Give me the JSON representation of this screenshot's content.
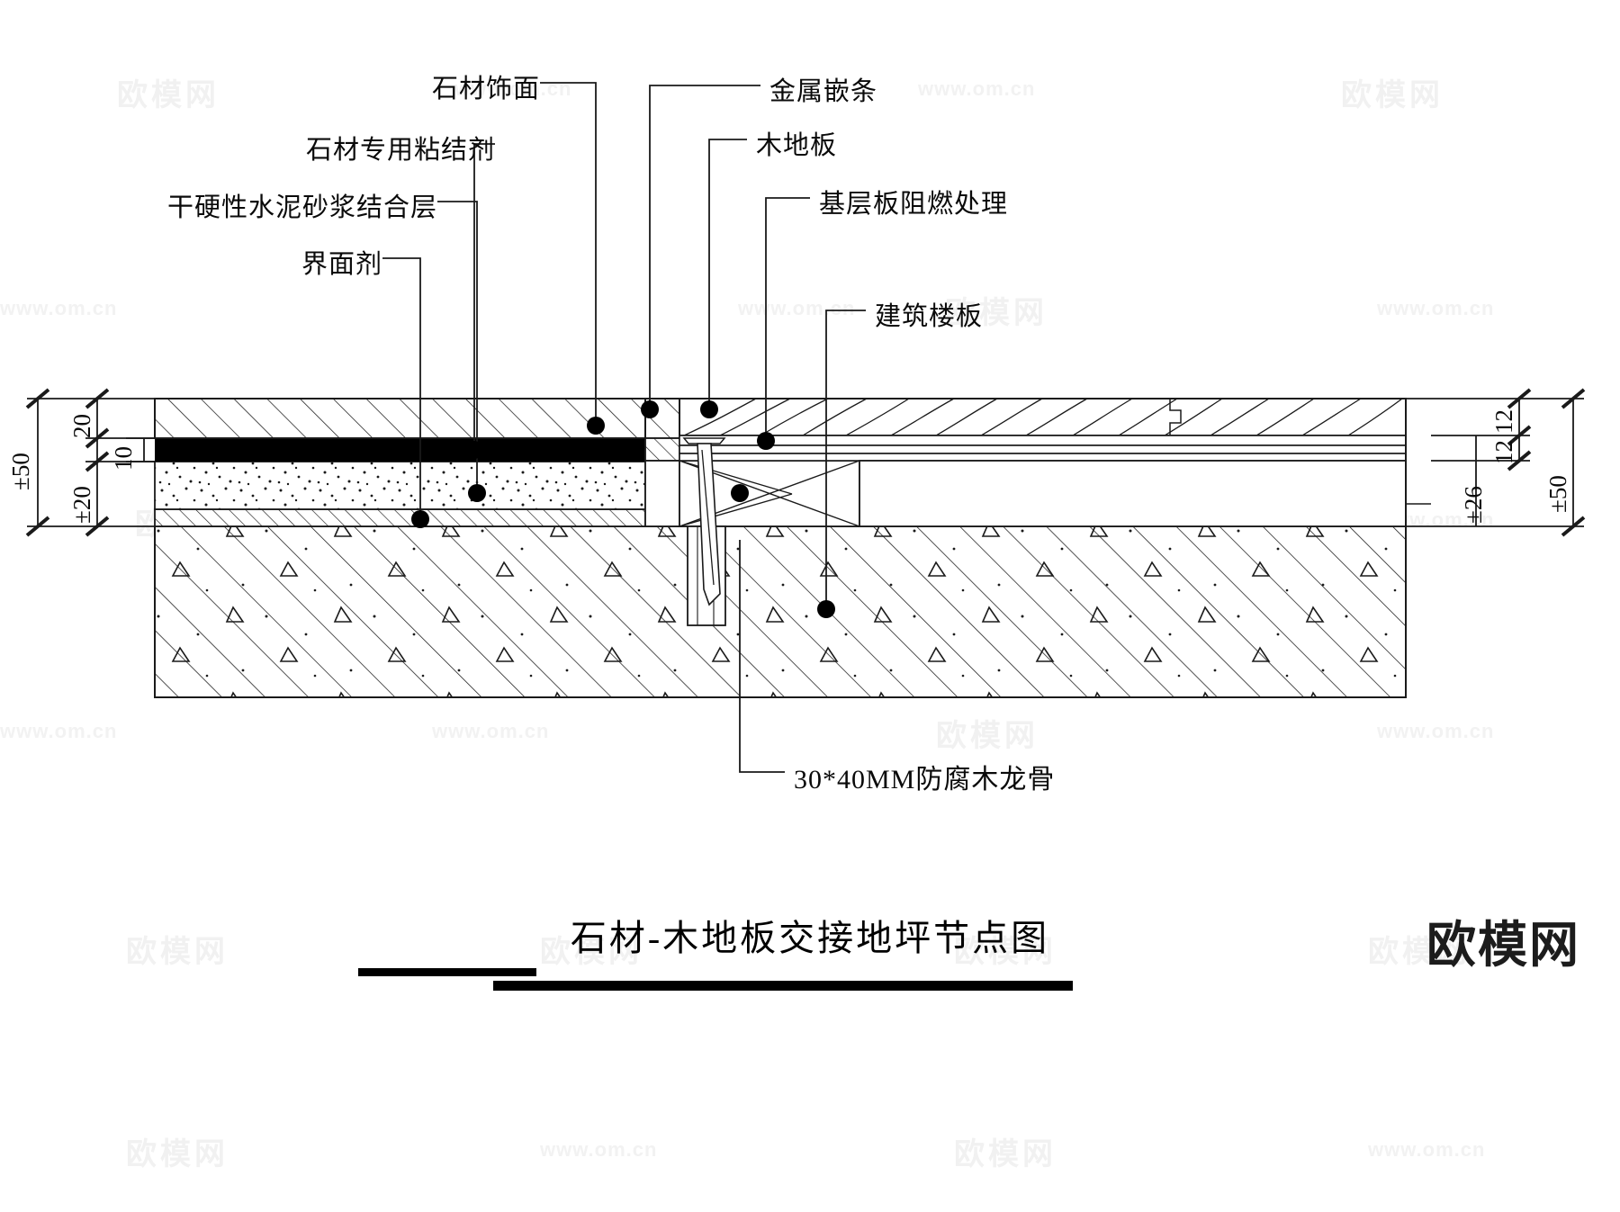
{
  "drawing": {
    "title": "石材-木地板交接地坪节点图",
    "brand": "欧模网",
    "watermark_cn": "欧模网",
    "watermark_url": "www.om.cn"
  },
  "labels": {
    "left": [
      {
        "id": "stone-finish",
        "text": "石材饰面"
      },
      {
        "id": "stone-adhesive",
        "text": "石材专用粘结剂"
      },
      {
        "id": "dry-mortar-layer",
        "text": "干硬性水泥砂浆结合层"
      },
      {
        "id": "interface-agent",
        "text": "界面剂"
      }
    ],
    "right": [
      {
        "id": "metal-inlay-strip",
        "text": "金属嵌条"
      },
      {
        "id": "wood-floor",
        "text": "木地板"
      },
      {
        "id": "base-board-fireproof",
        "text": "基层板阻燃处理"
      },
      {
        "id": "structural-slab",
        "text": "建筑楼板"
      }
    ],
    "bottom": [
      {
        "id": "wood-joist",
        "text": "30*40MM防腐木龙骨"
      }
    ]
  },
  "dimensions": {
    "left": [
      {
        "id": "left-total",
        "text": "±50"
      },
      {
        "id": "left-stone",
        "text": "20"
      },
      {
        "id": "left-adhesive",
        "text": "10"
      },
      {
        "id": "left-mortar",
        "text": "±20"
      }
    ],
    "right": [
      {
        "id": "right-floor-12a",
        "text": "12"
      },
      {
        "id": "right-floor-12b",
        "text": "12"
      },
      {
        "id": "right-base",
        "text": "±26"
      },
      {
        "id": "right-total",
        "text": "±50"
      }
    ]
  },
  "materials": {
    "stone_hatch": "diagonal-hatch",
    "adhesive_band": "#000000",
    "mortar_fill": "stipple",
    "slab_hatch": "concrete-hatch",
    "wood_grain": "wood-grain"
  },
  "colors": {
    "line": "#1a1a1a",
    "ink": "#000000",
    "paper": "#ffffff",
    "watermark": "#f1f1f1"
  }
}
